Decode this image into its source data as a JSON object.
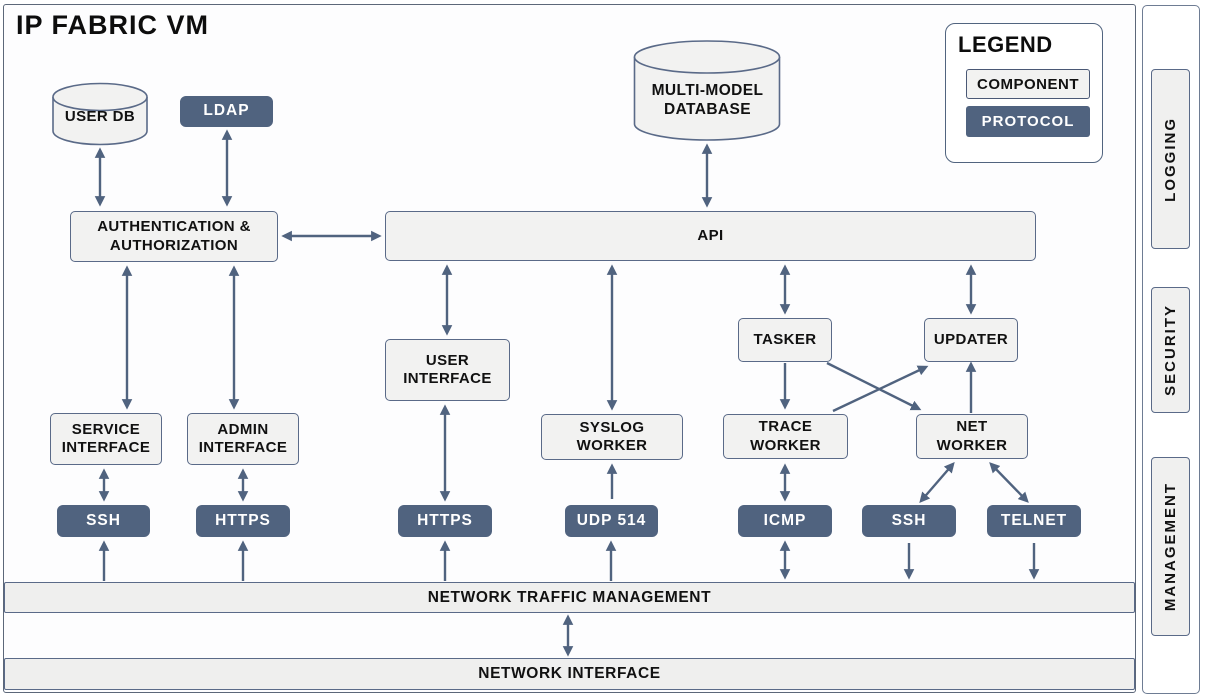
{
  "title": "IP FABRIC VM",
  "colors": {
    "protocol_fill": "#50637f",
    "component_fill": "#f2f2f1",
    "component_border": "#5a6a88",
    "arrow": "#50637f",
    "text": "#111111"
  },
  "legend": {
    "title": "LEGEND",
    "component_label": "COMPONENT",
    "protocol_label": "PROTOCOL"
  },
  "side_labels": {
    "logging": "LOGGING",
    "security": "SECURITY",
    "management": "MANAGEMENT"
  },
  "components": {
    "user_db": "USER DB",
    "multi_model_database": "MULTI-MODEL\nDATABASE",
    "authentication": "AUTHENTICATION &\nAUTHORIZATION",
    "api": "API",
    "user_interface": "USER\nINTERFACE",
    "tasker": "TASKER",
    "updater": "UPDATER",
    "service_interface": "SERVICE\nINTERFACE",
    "admin_interface": "ADMIN\nINTERFACE",
    "syslog_worker": "SYSLOG\nWORKER",
    "trace_worker": "TRACE\nWORKER",
    "net_worker": "NET\nWORKER",
    "network_traffic_management": "NETWORK TRAFFIC MANAGEMENT",
    "network_interface": "NETWORK INTERFACE"
  },
  "protocols": {
    "ldap": "LDAP",
    "ssh_service": "SSH",
    "https_admin": "HTTPS",
    "https_ui": "HTTPS",
    "udp_514": "UDP 514",
    "icmp": "ICMP",
    "ssh_net": "SSH",
    "telnet": "TELNET"
  }
}
